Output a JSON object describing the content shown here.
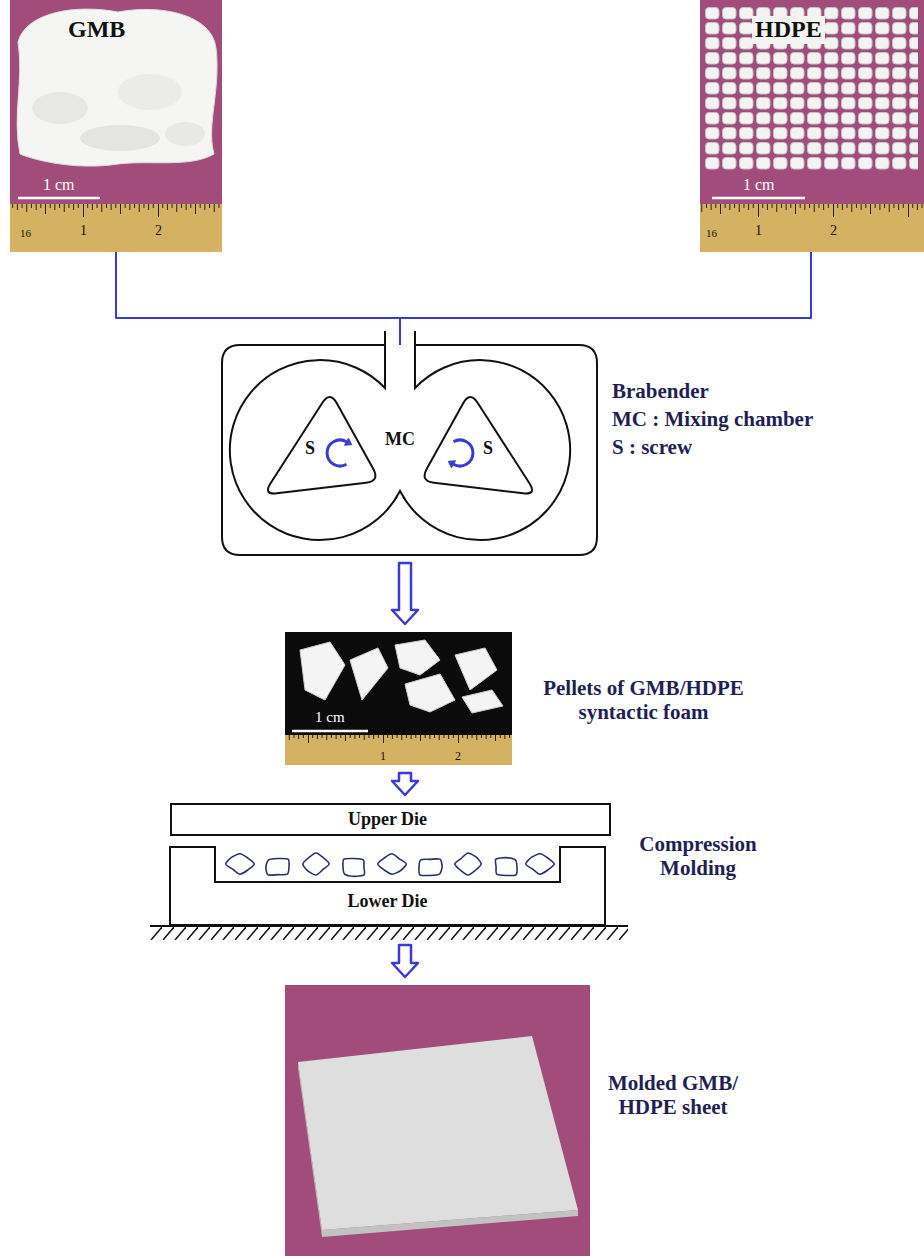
{
  "diagram": {
    "nodes": [
      {
        "text": [
          "GMB",
          "1 cm"
        ]
      },
      {
        "text": [
          "HDPE",
          "1 cm"
        ]
      },
      {
        "text": [
          "MC",
          "Brabender",
          "MC : Mixing chamber",
          "S : screw"
        ]
      },
      {
        "text": [
          "S"
        ],
        "in": 2
      },
      {
        "text": [
          "S"
        ],
        "in": 2
      },
      {
        "text": [
          "1 cm",
          "Pellets of GMB/HDPE syntactic foam"
        ]
      },
      {
        "text": [
          "Upper Die"
        ]
      },
      {
        "text": [
          "Lower Die"
        ]
      },
      {
        "text": [
          "Molded GMB/ HDPE sheet"
        ]
      }
    ],
    "edges": [
      {
        "from": 0,
        "to": 2,
        "arrow": "none"
      },
      {
        "from": 1,
        "to": 2,
        "arrow": "none"
      },
      {
        "from": 2,
        "to": 5,
        "arrow": "to"
      },
      {
        "from": 5,
        "to": 6,
        "arrow": "to"
      },
      {
        "from": 7,
        "to": 8,
        "arrow": "to"
      }
    ],
    "labels": [
      "16",
      "1",
      "2",
      "16",
      "1",
      "2",
      "1",
      "2",
      "Compression Molding"
    ]
  }
}
